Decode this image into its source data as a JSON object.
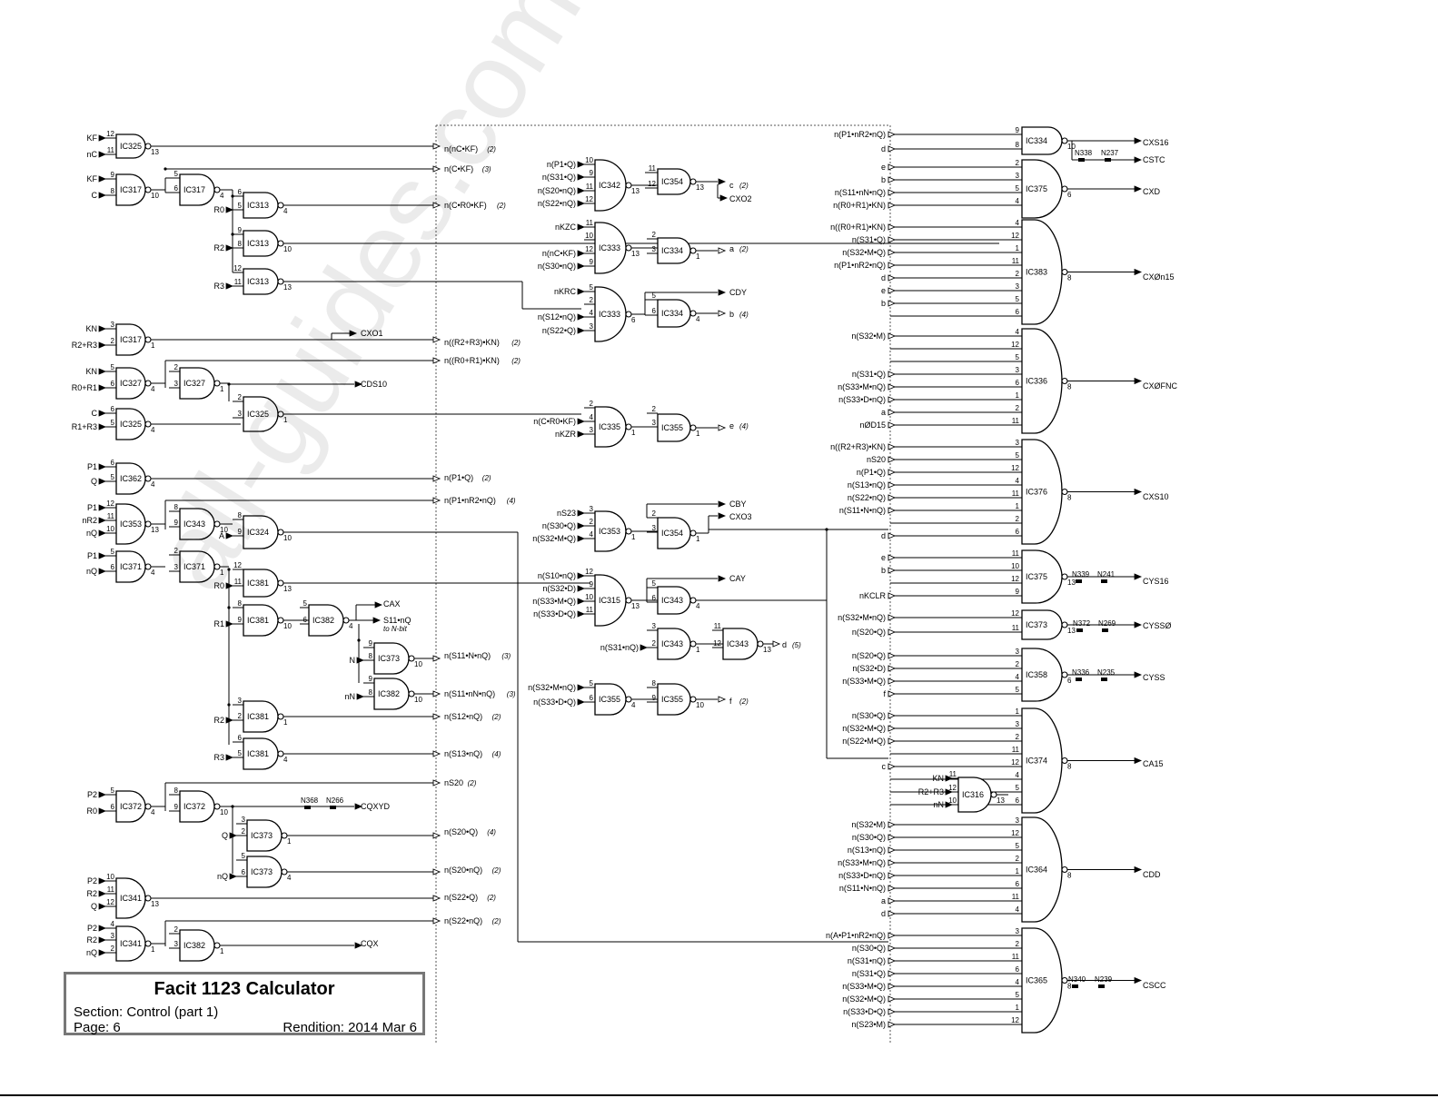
{
  "title_block": {
    "title": "Facit 1123 Calculator",
    "section": "Section: Control (part 1)",
    "page": "Page: 6",
    "rendition": "Rendition: 2014 Mar 6"
  },
  "watermark": "all-guides.com",
  "colors": {
    "ink": "#000000",
    "frame": "#777777",
    "watermark": "#cccccc"
  },
  "gates": [
    {
      "id": "IC325",
      "ins": [
        [
          "12",
          "KF"
        ],
        [
          "11",
          "nC"
        ]
      ],
      "out": "13"
    },
    {
      "id": "IC317",
      "ins": [
        [
          "9",
          "KF"
        ],
        [
          "8",
          "C"
        ]
      ],
      "out": "10"
    },
    {
      "id": "IC317",
      "ins": [
        [
          "5",
          ""
        ],
        [
          "6",
          ""
        ]
      ],
      "out": "4"
    },
    {
      "id": "IC313",
      "ins": [
        [
          "6",
          ""
        ],
        [
          "5",
          "R0"
        ]
      ],
      "out": "4"
    },
    {
      "id": "IC313",
      "ins": [
        [
          "9",
          ""
        ],
        [
          "8",
          "R2"
        ]
      ],
      "out": "10"
    },
    {
      "id": "IC313",
      "ins": [
        [
          "12",
          ""
        ],
        [
          "11",
          "R3"
        ]
      ],
      "out": "13"
    },
    {
      "id": "IC317",
      "ins": [
        [
          "3",
          "KN"
        ],
        [
          "2",
          "R2+R3"
        ]
      ],
      "out": "1"
    },
    {
      "id": "IC327",
      "ins": [
        [
          "5",
          "KN"
        ],
        [
          "6",
          "R0+R1"
        ]
      ],
      "out": "4"
    },
    {
      "id": "IC327",
      "ins": [
        [
          "2",
          ""
        ],
        [
          "3",
          ""
        ]
      ],
      "out": "1"
    },
    {
      "id": "IC325",
      "ins": [
        [
          "6",
          "C"
        ],
        [
          "5",
          "R1+R3"
        ]
      ],
      "out": "4"
    },
    {
      "id": "IC325",
      "ins": [
        [
          "2",
          ""
        ],
        [
          "3",
          ""
        ]
      ],
      "out": "1"
    },
    {
      "id": "IC362",
      "ins": [
        [
          "6",
          "P1"
        ],
        [
          "5",
          "Q"
        ]
      ],
      "out": "4"
    },
    {
      "id": "IC353",
      "ins": [
        [
          "12",
          "P1"
        ],
        [
          "11",
          "nR2"
        ],
        [
          "10",
          "nQ"
        ]
      ],
      "out": "13"
    },
    {
      "id": "IC343",
      "ins": [
        [
          "8",
          ""
        ],
        [
          "9",
          ""
        ]
      ],
      "out": "10"
    },
    {
      "id": "IC324",
      "ins": [
        [
          "8",
          ""
        ],
        [
          "9",
          "A"
        ]
      ],
      "out": "10"
    },
    {
      "id": "IC371",
      "ins": [
        [
          "5",
          "P1"
        ],
        [
          "6",
          "nQ"
        ]
      ],
      "out": "4"
    },
    {
      "id": "IC371",
      "ins": [
        [
          "2",
          ""
        ],
        [
          "3",
          ""
        ]
      ],
      "out": "1"
    },
    {
      "id": "IC381",
      "ins": [
        [
          "12",
          ""
        ],
        [
          "11",
          "R0"
        ]
      ],
      "out": "13"
    },
    {
      "id": "IC381",
      "ins": [
        [
          "8",
          ""
        ],
        [
          "9",
          "R1"
        ]
      ],
      "out": "10"
    },
    {
      "id": "IC382",
      "ins": [
        [
          "5",
          ""
        ],
        [
          "6",
          ""
        ]
      ],
      "out": "4"
    },
    {
      "id": "IC373",
      "ins": [
        [
          "9",
          ""
        ],
        [
          "8",
          "N"
        ]
      ],
      "out": "10"
    },
    {
      "id": "IC382",
      "ins": [
        [
          "9",
          ""
        ],
        [
          "8",
          "nN"
        ]
      ],
      "out": "10"
    },
    {
      "id": "IC381",
      "ins": [
        [
          "3",
          ""
        ],
        [
          "2",
          "R2"
        ]
      ],
      "out": "1"
    },
    {
      "id": "IC381",
      "ins": [
        [
          "6",
          ""
        ],
        [
          "5",
          "R3"
        ]
      ],
      "out": "4"
    },
    {
      "id": "IC372",
      "ins": [
        [
          "5",
          "P2"
        ],
        [
          "6",
          "R0"
        ]
      ],
      "out": "4"
    },
    {
      "id": "IC372",
      "ins": [
        [
          "8",
          ""
        ],
        [
          "9",
          ""
        ]
      ],
      "out": "10"
    },
    {
      "id": "IC373",
      "ins": [
        [
          "3",
          ""
        ],
        [
          "2",
          "Q"
        ]
      ],
      "out": "1"
    },
    {
      "id": "IC373",
      "ins": [
        [
          "5",
          ""
        ],
        [
          "6",
          "nQ"
        ]
      ],
      "out": "4"
    },
    {
      "id": "IC341",
      "ins": [
        [
          "10",
          "P2"
        ],
        [
          "11",
          "R2"
        ],
        [
          "12",
          "Q"
        ]
      ],
      "out": "13"
    },
    {
      "id": "IC341",
      "ins": [
        [
          "4",
          "P2"
        ],
        [
          "3",
          "R2"
        ],
        [
          "2",
          "nQ"
        ]
      ],
      "out": "1"
    },
    {
      "id": "IC382",
      "ins": [
        [
          "2",
          ""
        ],
        [
          "3",
          ""
        ]
      ],
      "out": "1"
    },
    {
      "id": "IC342",
      "ins": [
        [
          "10",
          "n(P1•Q)"
        ],
        [
          "9",
          "n(S31•Q)"
        ],
        [
          "11",
          "n(S20•nQ)"
        ],
        [
          "12",
          "n(S22•nQ)"
        ]
      ],
      "out": "13"
    },
    {
      "id": "IC354",
      "ins": [
        [
          "11",
          ""
        ],
        [
          "12",
          ""
        ]
      ],
      "out": "13"
    },
    {
      "id": "IC333",
      "ins": [
        [
          "11",
          "nKZC"
        ],
        [
          "10",
          ""
        ],
        [
          "12",
          "n(nC•KF)"
        ],
        [
          "9",
          "n(S30•nQ)"
        ]
      ],
      "out": "13"
    },
    {
      "id": "IC334",
      "ins": [
        [
          "2",
          ""
        ],
        [
          "3",
          ""
        ]
      ],
      "out": "1"
    },
    {
      "id": "IC333",
      "ins": [
        [
          "5",
          "nKRC"
        ],
        [
          "2",
          ""
        ],
        [
          "4",
          "n(S12•nQ)"
        ],
        [
          "3",
          "n(S22•Q)"
        ]
      ],
      "out": "6"
    },
    {
      "id": "IC334",
      "ins": [
        [
          "5",
          ""
        ],
        [
          "6",
          ""
        ]
      ],
      "out": "4"
    },
    {
      "id": "IC335",
      "ins": [
        [
          "2",
          ""
        ],
        [
          "4",
          "n(C•R0•KF)"
        ],
        [
          "3",
          "nKZR"
        ]
      ],
      "out": "1"
    },
    {
      "id": "IC355",
      "ins": [
        [
          "2",
          ""
        ],
        [
          "3",
          ""
        ]
      ],
      "out": "1"
    },
    {
      "id": "IC353",
      "ins": [
        [
          "3",
          "nS23"
        ],
        [
          "2",
          "n(S30•Q)"
        ],
        [
          "4",
          "n(S32•M•Q)"
        ]
      ],
      "out": "1"
    },
    {
      "id": "IC354",
      "ins": [
        [
          "2",
          ""
        ],
        [
          "3",
          ""
        ]
      ],
      "out": "1"
    },
    {
      "id": "IC315",
      "ins": [
        [
          "12",
          "n(S10•nQ)"
        ],
        [
          "9",
          "n(S32•D)"
        ],
        [
          "10",
          "n(S33•M•Q)"
        ],
        [
          "11",
          "n(S33•D•Q)"
        ]
      ],
      "out": "13"
    },
    {
      "id": "IC343",
      "ins": [
        [
          "5",
          ""
        ],
        [
          "6",
          ""
        ]
      ],
      "out": "4"
    },
    {
      "id": "IC343",
      "ins": [
        [
          "3",
          ""
        ],
        [
          "2",
          "n(S31•nQ)"
        ]
      ],
      "out": "1"
    },
    {
      "id": "IC343",
      "ins": [
        [
          "11",
          ""
        ],
        [
          "12",
          ""
        ]
      ],
      "out": "13"
    },
    {
      "id": "IC355",
      "ins": [
        [
          "5",
          "n(S32•M•nQ)"
        ],
        [
          "6",
          "n(S33•D•Q)"
        ]
      ],
      "out": "4"
    },
    {
      "id": "IC355",
      "ins": [
        [
          "8",
          ""
        ],
        [
          "9",
          ""
        ]
      ],
      "out": "10"
    },
    {
      "id": "IC334",
      "ins": [
        [
          "9",
          "n(P1•nR2•nQ)"
        ],
        [
          "8",
          "d"
        ]
      ],
      "out": "10"
    },
    {
      "id": "IC375",
      "ins": [
        [
          "2",
          "e"
        ],
        [
          "3",
          "b"
        ],
        [
          "5",
          "n(S11•nN•nQ)"
        ],
        [
          "4",
          "n(R0+R1)•KN)"
        ]
      ],
      "out": "6"
    },
    {
      "id": "IC383",
      "ins": [
        [
          "4",
          "n((R0+R1)•KN)"
        ],
        [
          "12",
          "n(S31•Q)"
        ],
        [
          "1",
          "n(S32•M•Q)"
        ],
        [
          "11",
          "n(P1•nR2•nQ)"
        ],
        [
          "2",
          "d"
        ],
        [
          "3",
          "e"
        ],
        [
          "5",
          "b"
        ],
        [
          "6",
          ""
        ]
      ],
      "out": "8"
    },
    {
      "id": "IC336",
      "ins": [
        [
          "4",
          "n(S32•M)"
        ],
        [
          "12",
          ""
        ],
        [
          "5",
          ""
        ],
        [
          "3",
          "n(S31•Q)"
        ],
        [
          "6",
          "n(S33•M•nQ)"
        ],
        [
          "1",
          "n(S33•D•nQ)"
        ],
        [
          "2",
          "a"
        ],
        [
          "11",
          "nØD15"
        ]
      ],
      "out": "8"
    },
    {
      "id": "IC376",
      "ins": [
        [
          "3",
          "n((R2+R3)•KN)"
        ],
        [
          "5",
          "nS20"
        ],
        [
          "12",
          "n(P1•Q)"
        ],
        [
          "4",
          "n(S13•nQ)"
        ],
        [
          "11",
          "n(S22•nQ)"
        ],
        [
          "1",
          "n(S11•N•nQ)"
        ],
        [
          "2",
          ""
        ],
        [
          "6",
          "d"
        ]
      ],
      "out": "8"
    },
    {
      "id": "IC375",
      "ins": [
        [
          "11",
          "e"
        ],
        [
          "10",
          "b"
        ],
        [
          "12",
          ""
        ],
        [
          "9",
          "nKCLR"
        ]
      ],
      "out": "13"
    },
    {
      "id": "IC373",
      "ins": [
        [
          "12",
          "n(S32•M•nQ)"
        ],
        [
          "11",
          "n(S20•Q)"
        ]
      ],
      "out": "13"
    },
    {
      "id": "IC358",
      "ins": [
        [
          "3",
          "n(S20•Q)"
        ],
        [
          "2",
          "n(S32•D)"
        ],
        [
          "4",
          "n(S33•M•Q)"
        ],
        [
          "5",
          "f"
        ]
      ],
      "out": "6"
    },
    {
      "id": "IC374",
      "ins": [
        [
          "1",
          "n(S30•Q)"
        ],
        [
          "3",
          "n(S32•M•Q)"
        ],
        [
          "2",
          "n(S22•M•Q)"
        ],
        [
          "11",
          ""
        ],
        [
          "12",
          "c"
        ],
        [
          "4",
          ""
        ],
        [
          "5",
          ""
        ],
        [
          "6",
          ""
        ]
      ],
      "out": "8"
    },
    {
      "id": "IC316",
      "ins": [
        [
          "11",
          "KN"
        ],
        [
          "12",
          "R2+R3"
        ],
        [
          "10",
          "nN"
        ]
      ],
      "out": "13"
    },
    {
      "id": "IC364",
      "ins": [
        [
          "3",
          "n(S32•M)"
        ],
        [
          "12",
          "n(S30•Q)"
        ],
        [
          "5",
          "n(S13•nQ)"
        ],
        [
          "2",
          "n(S33•M•nQ)"
        ],
        [
          "1",
          "n(S33•D•nQ)"
        ],
        [
          "6",
          "n(S11•N•nQ)"
        ],
        [
          "11",
          "a"
        ],
        [
          "4",
          "d"
        ]
      ],
      "out": "8"
    },
    {
      "id": "IC365",
      "ins": [
        [
          "3",
          "n(A•P1•nR2•nQ)"
        ],
        [
          "2",
          "n(S30•Q)"
        ],
        [
          "11",
          "n(S31•nQ)"
        ],
        [
          "6",
          "n(S31•Q)"
        ],
        [
          "4",
          "n(S33•M•Q)"
        ],
        [
          "5",
          "n(S32•M•Q)"
        ],
        [
          "1",
          "n(S33•D•Q)"
        ],
        [
          "12",
          "n(S23•M)"
        ]
      ],
      "out": "8"
    }
  ],
  "left_signals": [
    [
      "n(nC•KF)",
      "(2)"
    ],
    [
      "n(C•KF)",
      "(3)"
    ],
    [
      "n(C•R0•KF)",
      "(2)"
    ],
    [
      "n((R2+R3)•KN)",
      "(2)"
    ],
    [
      "n((R0+R1)•KN)",
      "(2)"
    ],
    [
      "n(P1•Q)",
      "(2)"
    ],
    [
      "n(P1•nR2•nQ)",
      "(4)"
    ],
    [
      "n(S11•N•nQ)",
      "(3)"
    ],
    [
      "n(S11•nN•nQ)",
      "(3)"
    ],
    [
      "n(S12•nQ)",
      "(2)"
    ],
    [
      "n(S13•nQ)",
      "(4)"
    ],
    [
      "nS20",
      "(2)"
    ],
    [
      "n(S20•Q)",
      "(4)"
    ],
    [
      "n(S20•nQ)",
      "(2)"
    ],
    [
      "n(S22•Q)",
      "(2)"
    ],
    [
      "n(S22•nQ)",
      "(2)"
    ]
  ],
  "middle_outputs": [
    [
      "c",
      "(2)"
    ],
    [
      "CXO2",
      ""
    ],
    [
      "a",
      "(2)"
    ],
    [
      "CDY",
      ""
    ],
    [
      "b",
      "(4)"
    ],
    [
      "e",
      "(4)"
    ],
    [
      "CBY",
      ""
    ],
    [
      "CXO3",
      ""
    ],
    [
      "CAY",
      ""
    ],
    [
      "d",
      "(5)"
    ],
    [
      "f",
      "(2)"
    ]
  ],
  "left_outputs": [
    "CXO1",
    "CDS10",
    "CAX",
    "S11•nQ",
    "to N-bit",
    "CQXYD",
    "CQX"
  ],
  "right_outputs": [
    "CXS16",
    "CSTC",
    "CXD",
    "CXØn15",
    "CXØFNC",
    "CXS10",
    "CYS16",
    "CYSSØ",
    "CYSS",
    "CA15",
    "CDD",
    "CSCC"
  ],
  "resistors": [
    "N338",
    "N237",
    "N339",
    "N241",
    "N372",
    "N269",
    "N336",
    "N235",
    "N368",
    "N266",
    "N340",
    "N239"
  ]
}
